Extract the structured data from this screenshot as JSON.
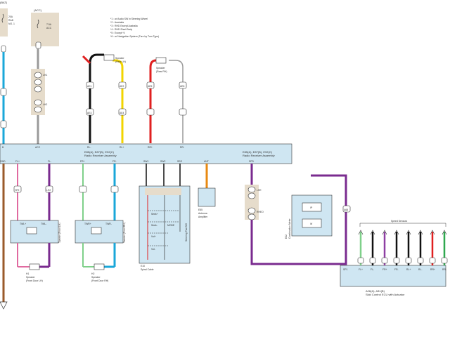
{
  "notes": {
    "lines": [
      "*1 : w/ Audio SW in Steering Wheel",
      "*2 : Australia",
      "*3 : RHD Except Australia",
      "*4 : RHD Short Body",
      "*5 : Except *4",
      "*6 : w/ Navigation System (Turn by Turn Type)"
    ]
  },
  "fuses": {
    "batt_label": "(BAT)",
    "batt_rating": "20A",
    "batt_name": "RAD",
    "batt_no": "NO. 1",
    "acc_label": "(ACC)",
    "acc_rating": "7.5A",
    "acc_name": "ACC"
  },
  "pin_labels": {
    "b": "B",
    "acc": "ACC",
    "rl_plus": "RL+",
    "rl_minus": "RL-",
    "rr_plus": "RR+",
    "rr_minus": "RR-",
    "gnd": "GND",
    "fl_plus": "FL+",
    "fl_minus": "FL-",
    "fr_plus": "FR+",
    "fr_minus": "FR-",
    "sw1": "SW1",
    "sw2": "SW2",
    "seo": "SEO",
    "ant": "ANT",
    "spd": "SPD",
    "sp1": "SP1",
    "fl_minus2": "FL-",
    "pl_plus": "PL+"
  },
  "connectors": {
    "rh1": "LH1",
    "rh2": "LH2",
    "lhe": "LHE",
    "rh_eo": "RHEO",
    "ae1": "AE1",
    "ae2": "AE2",
    "ae3": "AE3",
    "ae4": "AE4",
    "ae5": "AE5",
    "ae6": "AE6",
    "hf2": "HF2",
    "lh2b": "LH2",
    "sp2": "SP2",
    "a68": "A68"
  },
  "radio": {
    "code": "E85(A), E87(B), E92(C)",
    "name": "Radio Receiver Assembly",
    "code_right": "E85(A), E87(B), E92(C)",
    "name_right": "Radio Receiver Assembly"
  },
  "speakers": {
    "rear_lh": "Speaker",
    "rear_lh_sub": "(Rear LH)",
    "rear_rh": "Speaker",
    "rear_rh_sub": "(Rear RH)",
    "front_door_lh": "Speaker",
    "front_door_lh_sub": "(Front Door LH)",
    "front_door_rh": "Speaker",
    "front_door_rh_sub": "(Front Door RH)",
    "h1": "H1",
    "h2": "H2",
    "tweeter_lh": "Tweeter (Front LH)",
    "tweeter_rh": "Tweeter (Front RH)",
    "tw_plus": "TWL+",
    "tw_minus": "TWL-",
    "twr_plus": "TWR+",
    "twr_minus": "TWR-"
  },
  "spiral": {
    "code": "E10",
    "name": "Spiral Cable",
    "steering": "Steering Pad SW",
    "seek_up": "Seek+",
    "seek_down": "Seek-",
    "vol_up": "Vol+",
    "vol_down": "Vol-",
    "mode": "MODE"
  },
  "antenna": {
    "code": "E55",
    "name": "Antenna",
    "sub": "Amplifier"
  },
  "combination": {
    "code": "E22",
    "name": "Combination Meter",
    "ip": "IP",
    "w": "W"
  },
  "skid": {
    "code": "A26(A), A31(B)",
    "name": "Skid Control ECU with Actuator",
    "speed_sensors": "Speed Sensors",
    "pins": [
      "FL+",
      "FL-",
      "FR+",
      "FR-",
      "RL+",
      "RL-",
      "RR+",
      "RR-"
    ]
  },
  "colors": {
    "red": "#e02020",
    "black": "#111111",
    "yellow": "#f2d400",
    "cyan": "#1aa7d9",
    "green": "#2fa84f",
    "purple": "#7a2b8f",
    "violet": "#8e3fa3",
    "gray": "#9a9a9a",
    "brown": "#9a5a2a",
    "orange": "#e88a12",
    "box_blue": "#cfe6f2",
    "fuse_tan": "#e6dccb",
    "lightgreen": "#7fd08a",
    "pink": "#e06aa0"
  }
}
